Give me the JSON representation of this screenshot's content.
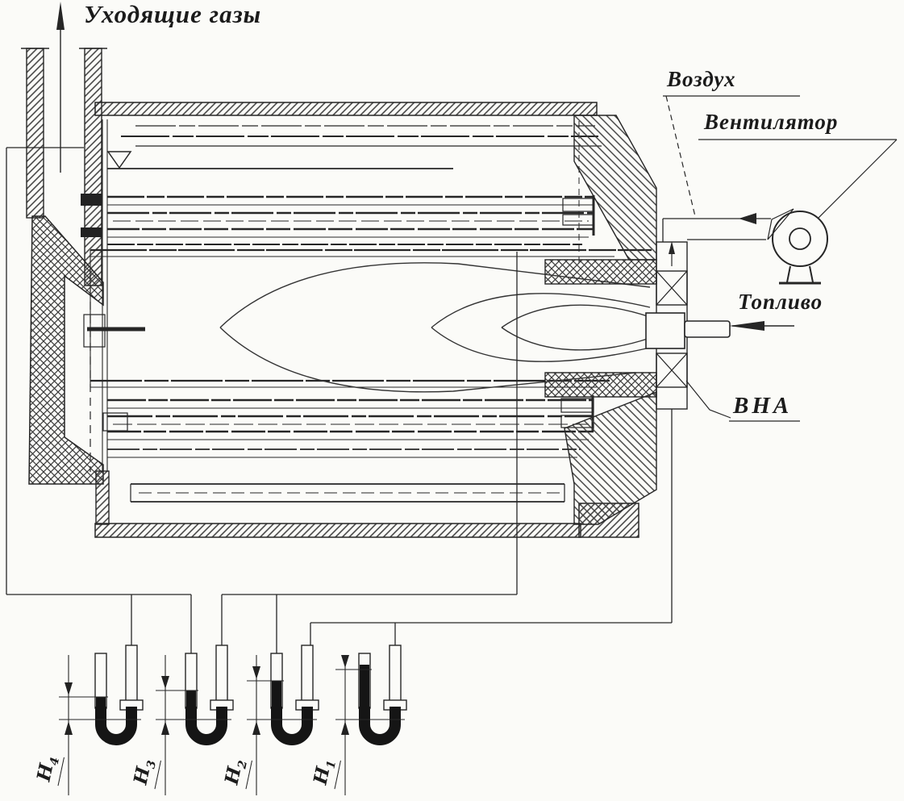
{
  "diagram": {
    "labels": {
      "flue_gas": "Уходящие газы",
      "air": "Воздух",
      "fan": "Вентилятор",
      "fuel": "Топливо",
      "guide_vanes": "ВНА"
    },
    "manometers": [
      {
        "id": "H4",
        "symbol": "Н",
        "index": "4"
      },
      {
        "id": "H3",
        "symbol": "Н",
        "index": "3"
      },
      {
        "id": "H2",
        "symbol": "Н",
        "index": "2"
      },
      {
        "id": "H1",
        "symbol": "Н",
        "index": "1"
      }
    ]
  }
}
